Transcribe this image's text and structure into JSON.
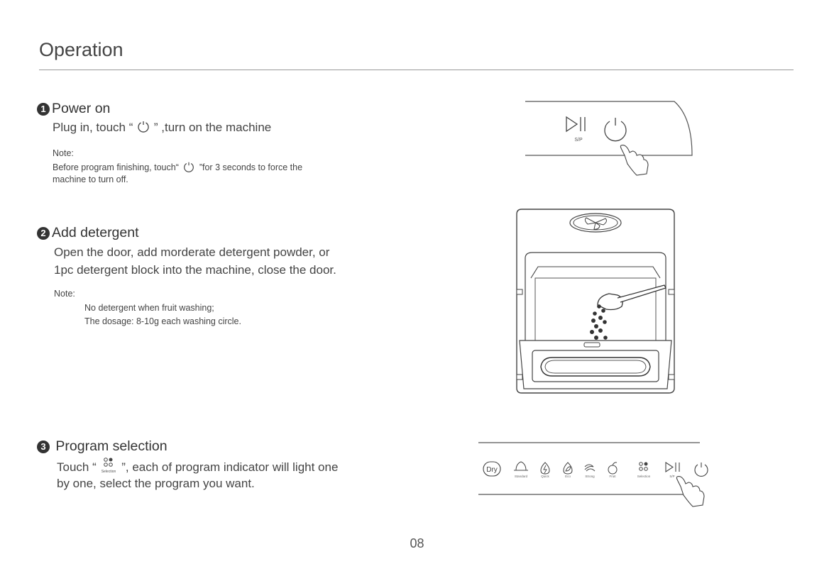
{
  "page_title": "Operation",
  "sections": [
    {
      "number": "1",
      "heading": "Power on",
      "instruction_before": "Plug in, touch “",
      "instruction_after": "” ,turn on the machine",
      "note_label": "Note:",
      "note_line1_before": "Before program finishing, touch“",
      "note_line1_after": "”for 3 seconds to force the",
      "note_line2": "machine to turn off."
    },
    {
      "number": "2",
      "heading": "Add detergent",
      "line1": "Open the door, add morderate detergent powder, or",
      "line2": "1pc detergent block into the machine, close the door.",
      "note_label": "Note:",
      "note_line1": "No detergent when fruit washing;",
      "note_line2": "The dosage: 8-10g each washing circle."
    },
    {
      "number": "3",
      "heading": "Program selection",
      "line1_before": "Touch “",
      "line1_after": "”, each of program indicator will light one",
      "line2": "by one, select the program you want."
    }
  ],
  "inline_icon_label": "Selection",
  "panel1": {
    "sp_label": "S/P"
  },
  "panel3": {
    "dry_label": "Dry",
    "program_labels": [
      "Standard",
      "Quick",
      "Eco",
      "Strong",
      "Fruit",
      "Selection",
      "S/P"
    ]
  },
  "page_number": "08",
  "icons": [
    "power-icon",
    "play-pause-icon",
    "hand-pointer-icon",
    "selection-dots-icon",
    "detergent-scoop-icon"
  ]
}
